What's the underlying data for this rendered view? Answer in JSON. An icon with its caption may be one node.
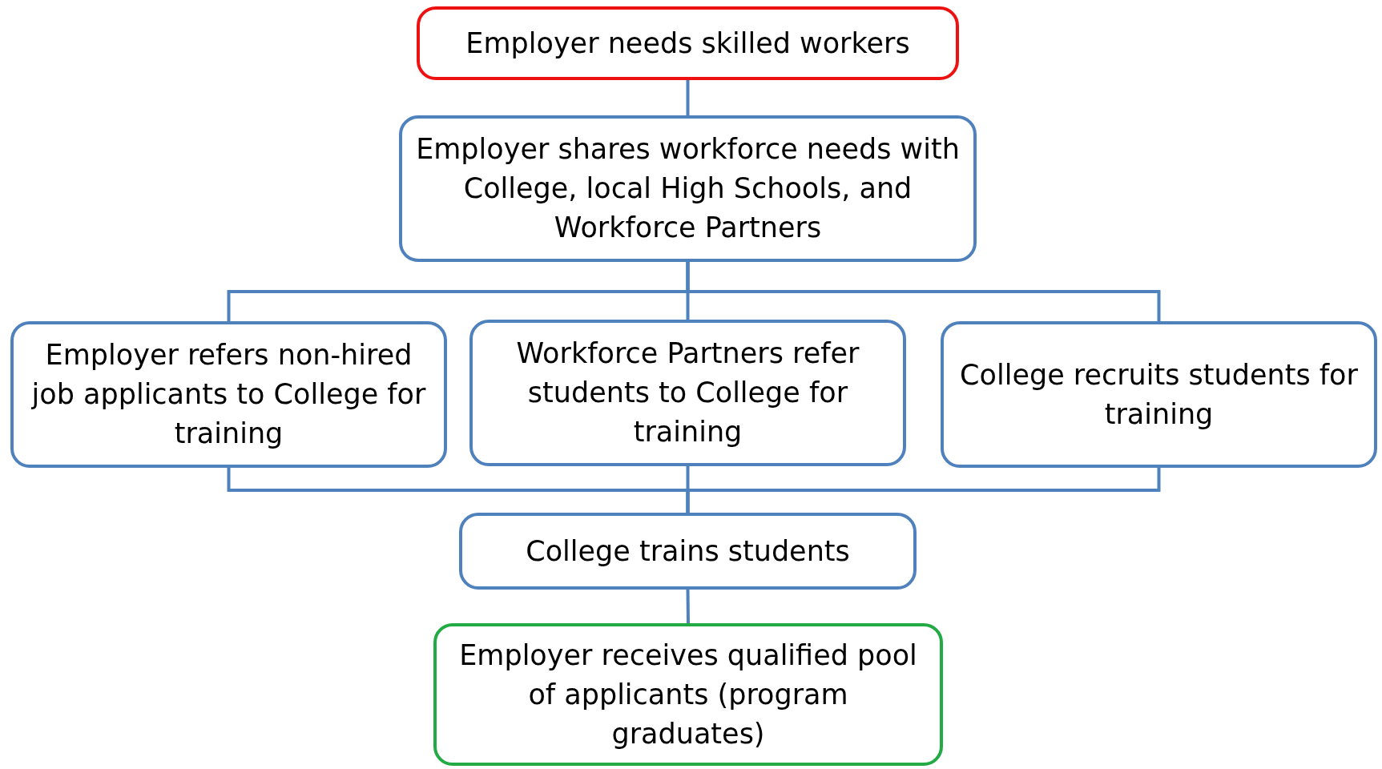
{
  "diagram": {
    "nodes": [
      {
        "text": [
          "Employer needs skilled workers"
        ]
      },
      {
        "text": [
          "Employer shares workforce needs with College, local High Schools, and Workforce Partners"
        ]
      },
      {
        "text": [
          "Employer refers non-hired job applicants to College for training"
        ]
      },
      {
        "text": [
          "Workforce Partners refer students to College for training"
        ]
      },
      {
        "text": [
          "College recruits students for training"
        ]
      },
      {
        "text": [
          "College trains students"
        ]
      },
      {
        "text": [
          "Employer receives qualified pool of applicants (program graduates)"
        ]
      }
    ],
    "edges": [
      {
        "from": 0,
        "to": 1,
        "arrow": "none"
      },
      {
        "from": 1,
        "to": 2,
        "arrow": "none"
      },
      {
        "from": 1,
        "to": 3,
        "arrow": "none"
      },
      {
        "from": 1,
        "to": 4,
        "arrow": "none"
      },
      {
        "from": 2,
        "to": 5,
        "arrow": "none"
      },
      {
        "from": 3,
        "to": 5,
        "arrow": "none"
      },
      {
        "from": 4,
        "to": 5,
        "arrow": "none"
      },
      {
        "from": 5,
        "to": 6,
        "arrow": "none"
      }
    ]
  }
}
